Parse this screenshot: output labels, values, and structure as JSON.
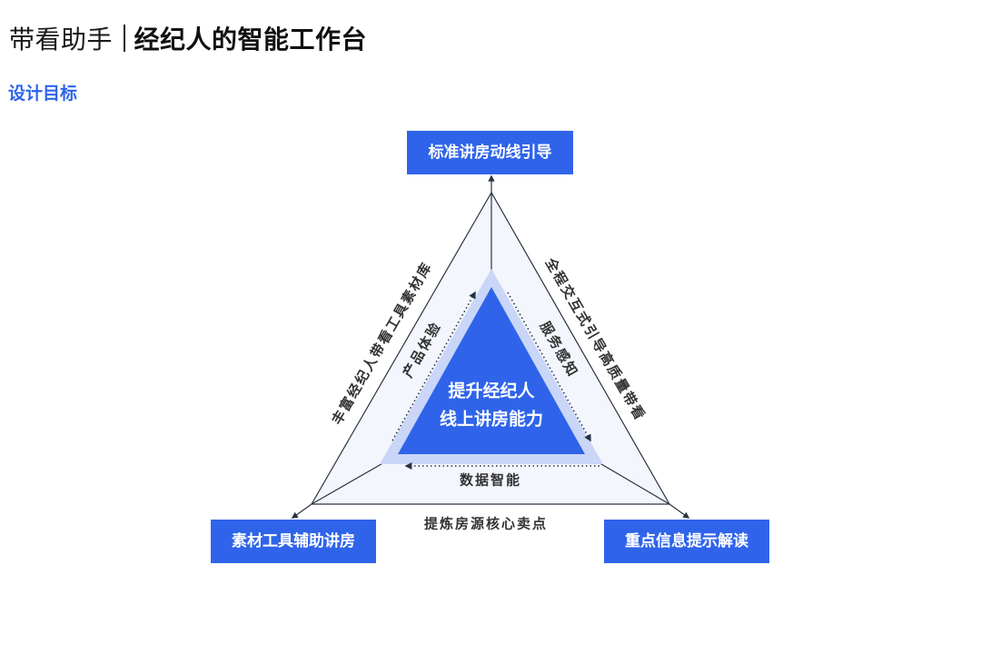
{
  "header": {
    "brand": "带看助手",
    "title": "经纪人的智能工作台"
  },
  "section_label": "设计目标",
  "diagram": {
    "nodes": {
      "top": "标准讲房动线引导",
      "bottom_left": "素材工具辅助讲房",
      "bottom_right": "重点信息提示解读"
    },
    "outer_edges": {
      "left": "丰富经纪人带看工具素材库",
      "right": "全程交互式引导高质量带看",
      "bottom": "提炼房源核心卖点"
    },
    "inner_edges": {
      "left": "产品体验",
      "right": "服务感知",
      "bottom": "数据智能"
    },
    "center": {
      "line1": "提升经纪人",
      "line2": "线上讲房能力"
    },
    "colors": {
      "accent": "#2f64ea",
      "halo": "#c9d6f7",
      "outer_fill": "#f3f6fd",
      "line": "#2b3340"
    }
  }
}
